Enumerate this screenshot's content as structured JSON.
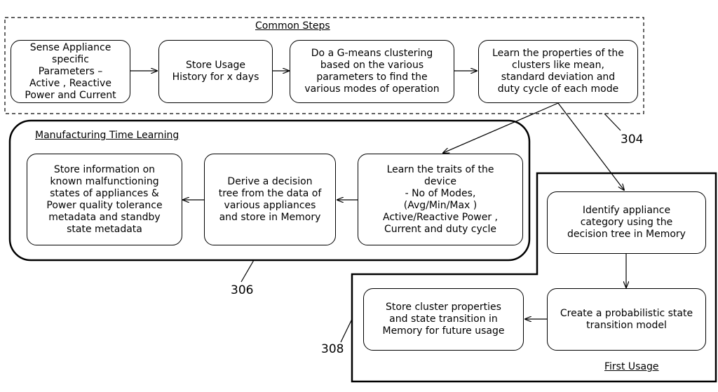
{
  "groups": {
    "common": "Common Steps",
    "manufacturing": "Manufacturing Time Learning",
    "first_usage": "First Usage"
  },
  "refs": {
    "r304": "304",
    "r306": "306",
    "r308": "308"
  },
  "steps": {
    "sense": "Sense Appliance\nspecific\nParameters –\nActive , Reactive\nPower and Current",
    "store_usage": "Store Usage\nHistory for x days",
    "gmeans": "Do a G-means clustering\nbased on the various\nparameters to find the\nvarious modes of operation",
    "learn_props": "Learn the properties of the\nclusters like mean,\nstandard deviation and\nduty cycle of each mode",
    "learn_traits": "Learn the traits of the\ndevice\n- No of Modes,\n(Avg/Min/Max )\nActive/Reactive Power ,\nCurrent and duty cycle",
    "derive_tree": "Derive a decision\ntree from the data of\nvarious appliances\nand store in Memory",
    "store_info": "Store information on\nknown malfunctioning\nstates of appliances &\nPower quality tolerance\nmetadata and standby\nstate metadata",
    "identify": "Identify appliance\ncategory using the\ndecision tree in Memory",
    "create_model": "Create a probabilistic state\ntransition model",
    "store_cluster": "Store cluster properties\nand state transition in\nMemory for future usage"
  }
}
